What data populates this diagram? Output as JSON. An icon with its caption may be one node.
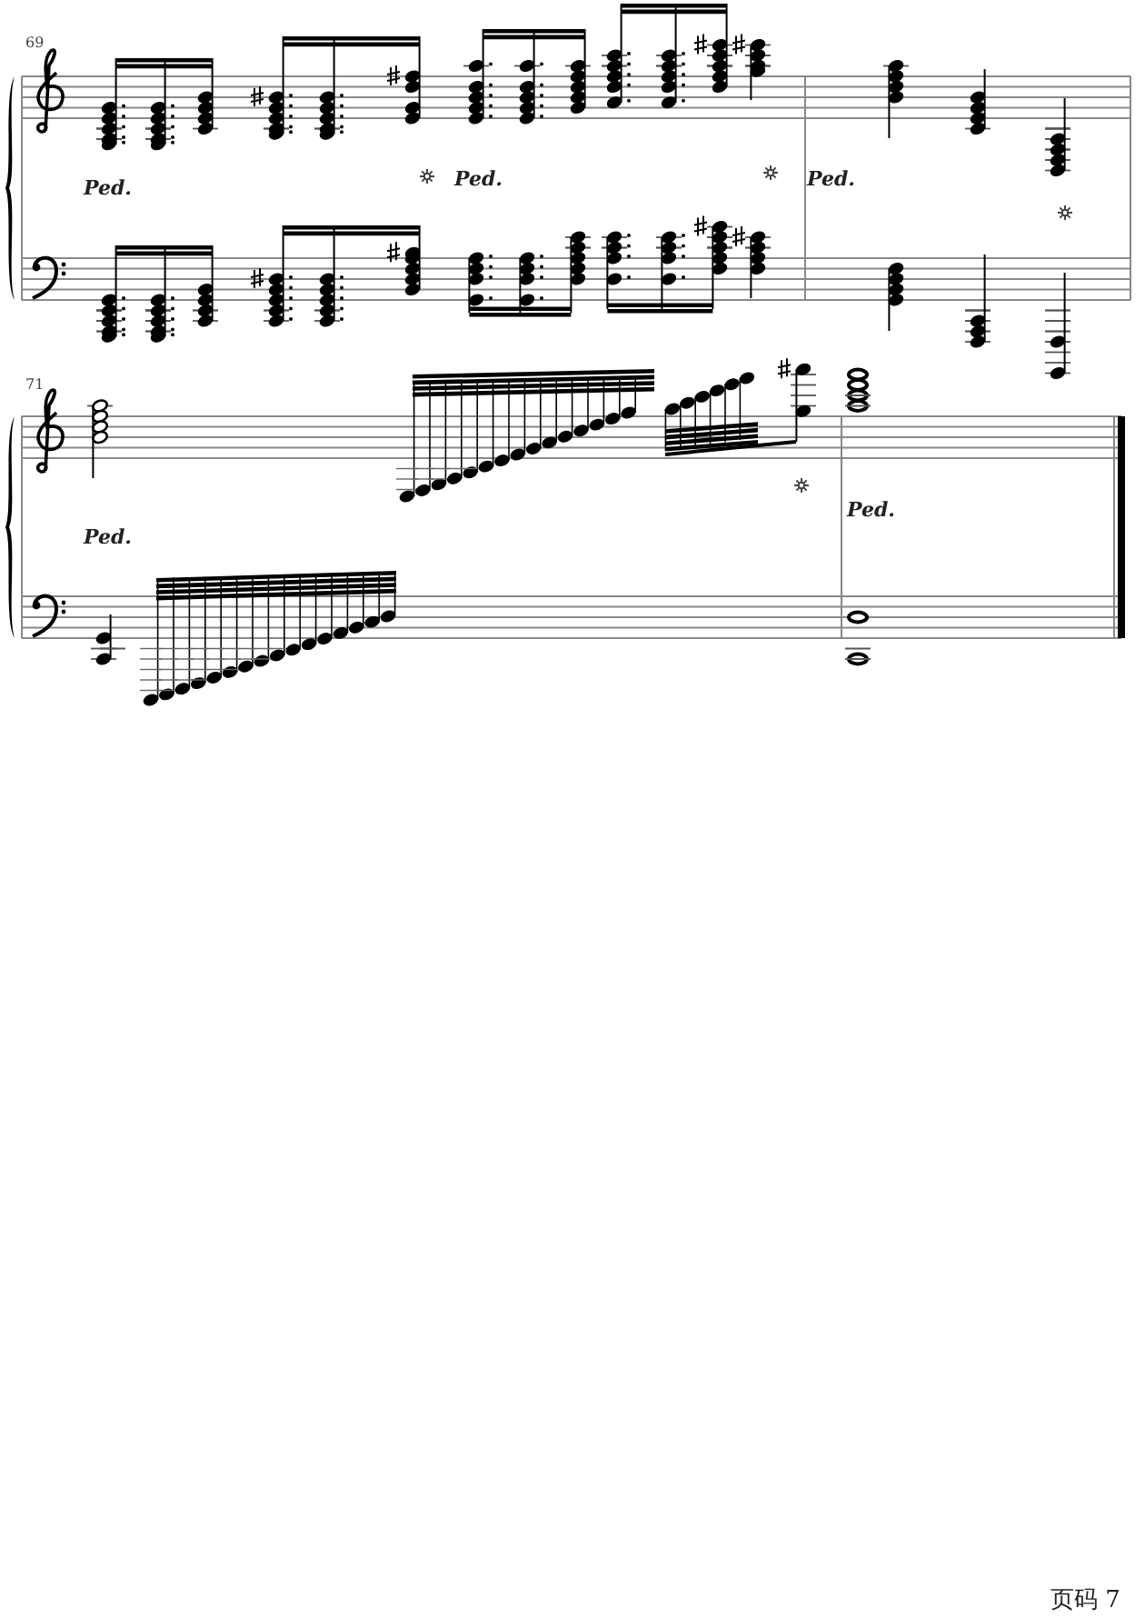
{
  "diagram": {
    "labels": [
      "69",
      "Ped.",
      "Ped.",
      "Ped.",
      "71",
      "Ped.",
      "Ped.",
      "页码 7"
    ]
  }
}
